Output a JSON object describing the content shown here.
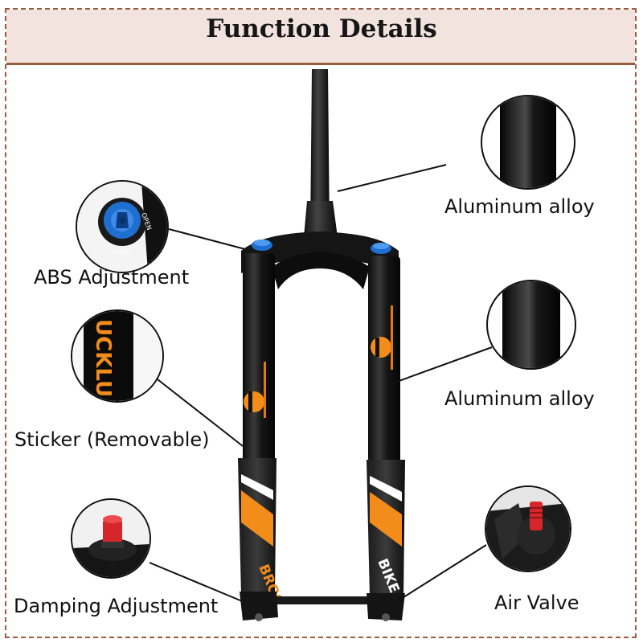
{
  "header": {
    "title": "Function Details"
  },
  "labels": {
    "aluminum_top": "Aluminum alloy",
    "abs": "ABS Adjustment",
    "aluminum_mid": "Aluminum alloy",
    "sticker": "Sticker (Removable)",
    "damping": "Damping Adjustment",
    "air_valve": "Air Valve"
  },
  "product": {
    "decal_text_left": "BROS",
    "decal_text_right": "BIKE",
    "knob_lock": "LOCK",
    "knob_open": "OPEN",
    "sticker_text": "UCKLU"
  },
  "colors": {
    "accent": "#9b5b3f",
    "header_bg": "#f2e3de",
    "decal_orange": "#f28c1b",
    "knob_blue": "#1f6fd1",
    "valve_red": "#d4262b"
  }
}
